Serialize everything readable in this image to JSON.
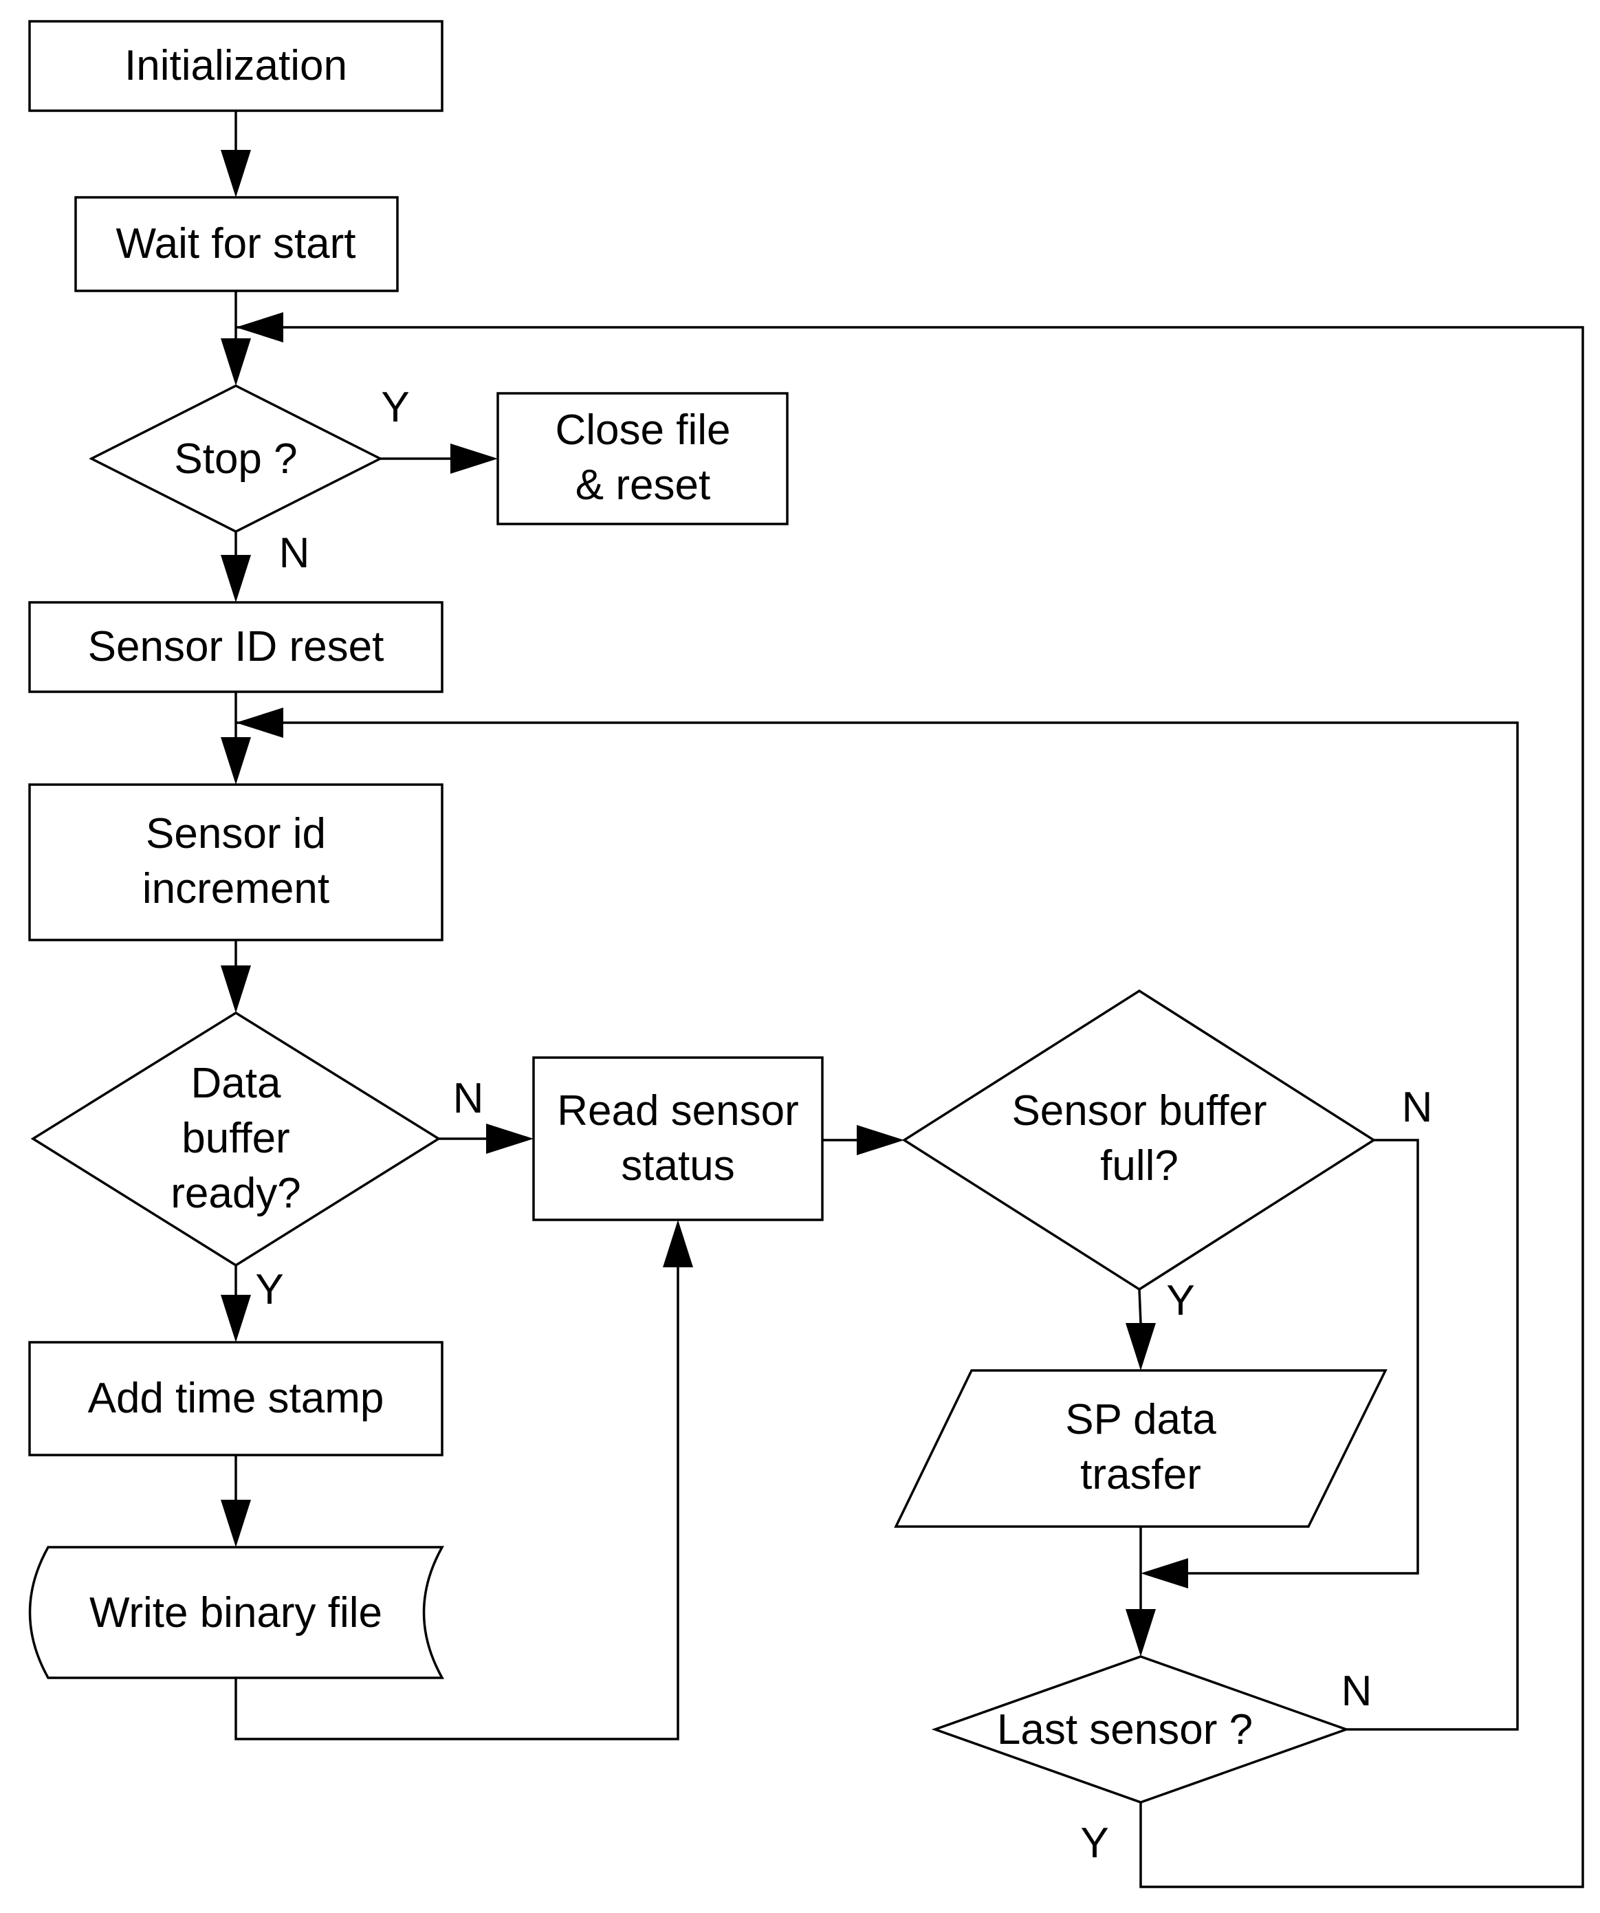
{
  "nodes": {
    "initialization": "Initialization",
    "wait_for_start": "Wait for start",
    "stop_decision": "Stop ?",
    "close_file_reset": [
      "Close file",
      "& reset"
    ],
    "sensor_id_reset": "Sensor ID reset",
    "sensor_id_increment": [
      "Sensor id",
      "increment"
    ],
    "data_buffer_ready": [
      "Data",
      "buffer",
      "ready?"
    ],
    "read_sensor_status": [
      "Read sensor",
      "status"
    ],
    "sensor_buffer_full": [
      "Sensor buffer",
      "full?"
    ],
    "add_time_stamp": "Add time stamp",
    "write_binary_file": "Write binary file",
    "sp_data_transfer": [
      "SP data",
      "trasfer"
    ],
    "last_sensor": "Last sensor ?"
  },
  "branch_labels": {
    "stop_yes": "Y",
    "stop_no": "N",
    "data_buffer_no": "N",
    "data_buffer_yes": "Y",
    "sensor_buffer_no": "N",
    "sensor_buffer_yes": "Y",
    "last_sensor_no": "N",
    "last_sensor_yes": "Y"
  }
}
